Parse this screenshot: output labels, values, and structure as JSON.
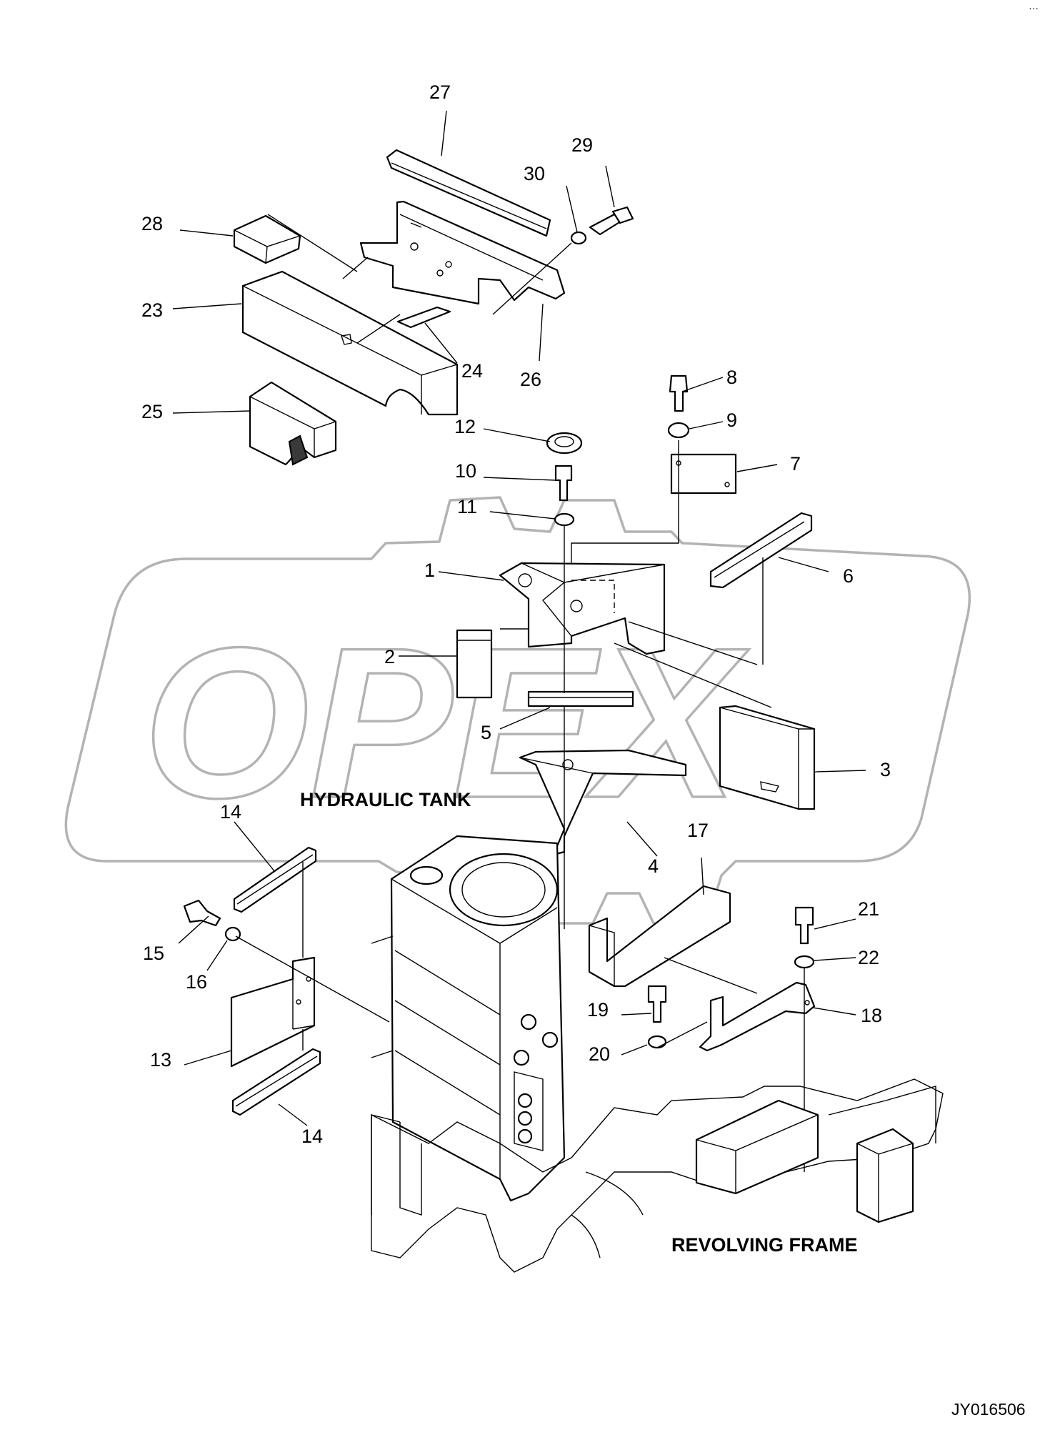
{
  "watermark": {
    "brand": "OPEX",
    "color": "#b3b3b3"
  },
  "captions": {
    "hydraulic_tank": "HYDRAULIC TANK",
    "revolving_frame": "REVOLVING FRAME"
  },
  "drawing_code": "JY016506",
  "corner_mark": "···",
  "part_numbers": {
    "p1": "1",
    "p2": "2",
    "p3": "3",
    "p4": "4",
    "p5": "5",
    "p6": "6",
    "p7": "7",
    "p8": "8",
    "p9": "9",
    "p10": "10",
    "p11": "11",
    "p12": "12",
    "p13": "13",
    "p14a": "14",
    "p14b": "14",
    "p15": "15",
    "p16": "16",
    "p17": "17",
    "p18": "18",
    "p19": "19",
    "p20": "20",
    "p21": "21",
    "p22": "22",
    "p23": "23",
    "p24": "24",
    "p25": "25",
    "p26": "26",
    "p27": "27",
    "p28": "28",
    "p29": "29",
    "p30": "30"
  }
}
